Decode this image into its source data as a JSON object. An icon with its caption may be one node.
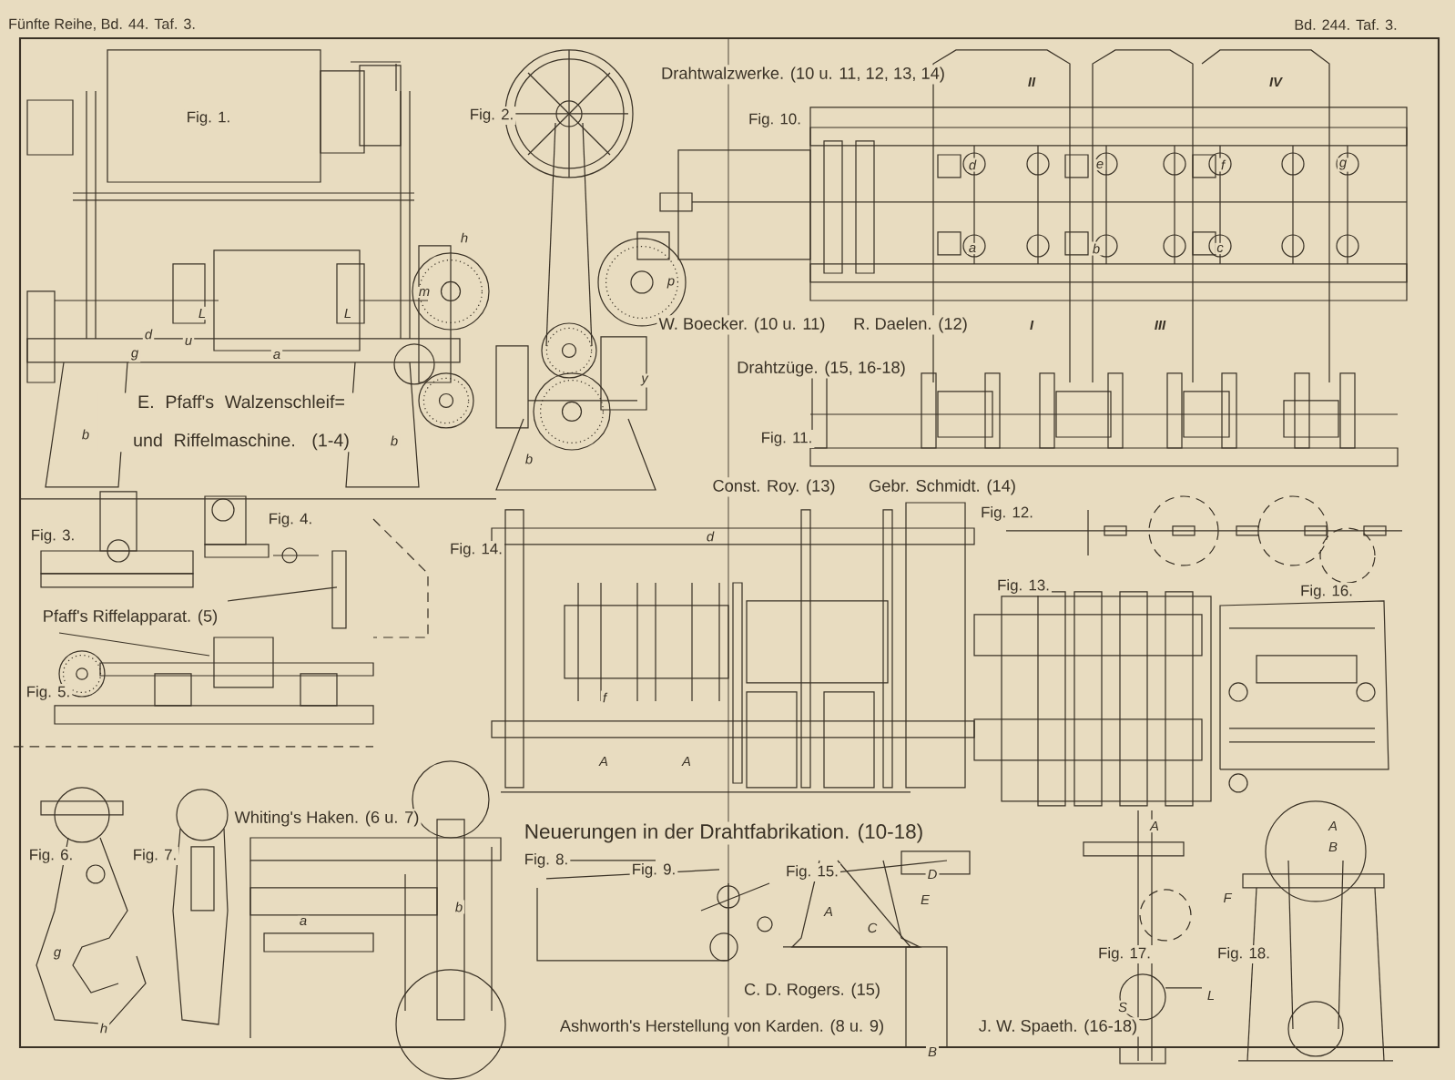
{
  "diagram": {
    "title": "Neuerungen in der Drahtfabrikation. (10-18)",
    "labels": [
      "Fünfte Reihe, Bd. 44. Taf. 3.",
      "Bd. 244. Taf. 3.",
      "Drahtwalzwerke. (10 u. 11, 12, 13, 14)",
      "Fig. 1.",
      "Fig. 2.",
      "Fig. 10.",
      "II",
      "IV",
      "h",
      "m",
      "L",
      "L",
      "d",
      "u",
      "a",
      "g",
      "p",
      "y",
      "d",
      "e",
      "f",
      "g",
      "a",
      "b",
      "c",
      "I",
      "III",
      "W. Boecker. (10 u. 11)",
      "R. Daelen. (12)",
      "Drahtzüge. (15, 16-18)",
      "E. Pfaff's Walzenschleif= und Riffelmaschine. (1-4)",
      "b",
      "b",
      "b",
      "Fig. 11.",
      "Const. Roy. (13)",
      "Gebr. Schmidt. (14)",
      "Fig. 12.",
      "Fig. 3.",
      "Fig. 4.",
      "Fig. 14.",
      "d",
      "Fig. 13.",
      "Fig. 16.",
      "Pfaff's Riffelapparat. (5)",
      "Fig. 5.",
      "f",
      "A",
      "A",
      "Whiting's Haken. (6 u. 7)",
      "Fig. 6.",
      "Fig. 7.",
      "Fig. 8.",
      "Fig. 9.",
      "Fig. 15.",
      "A",
      "B",
      "A",
      "D",
      "E",
      "C",
      "A",
      "F",
      "a",
      "b",
      "g",
      "Fig. 17.",
      "Fig. 18.",
      "L",
      "S",
      "C. D. Rogers. (15)",
      "h",
      "Ashworth's Herstellung von Karden. (8 u. 9)",
      "J. W. Spaeth. (16-18)",
      "B"
    ]
  }
}
